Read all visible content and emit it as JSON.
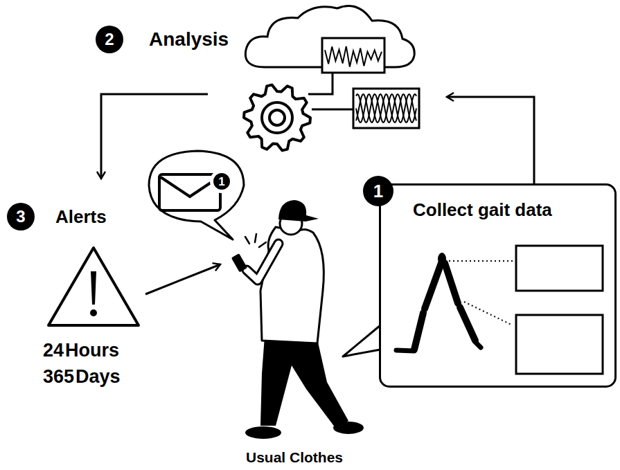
{
  "diagram": {
    "nodes": [
      {
        "text": [
          "2",
          "Analysis"
        ]
      },
      {
        "text": [
          "3",
          "Alerts"
        ]
      },
      {
        "text": [
          "Collect gait data"
        ]
      },
      {
        "text": [
          "1"
        ],
        "in": 2
      },
      {
        "text": [
          "1"
        ]
      }
    ],
    "labels": [
      "24",
      "Hours",
      "365",
      "Days",
      "Usual Clothes"
    ]
  }
}
